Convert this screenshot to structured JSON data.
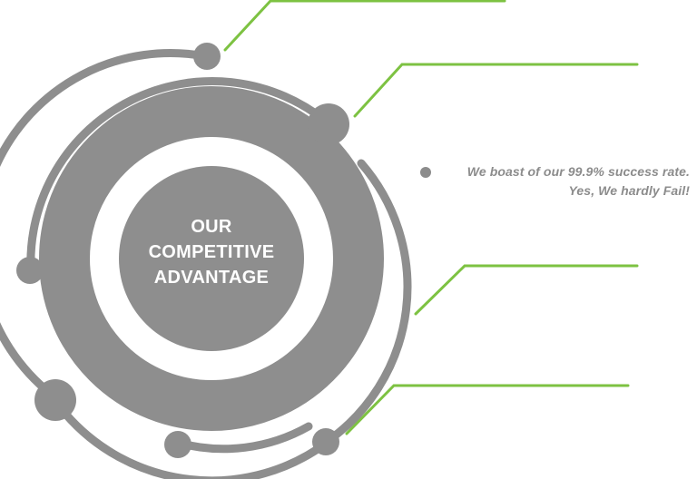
{
  "diagram": {
    "center_title": [
      "OUR",
      "COMPETITIVE",
      "ADVANTAGE"
    ],
    "callouts": [
      {
        "line1": "We boast of our 99.9% success rate.",
        "line2": "Yes, We hardly Fail!"
      }
    ],
    "colors": {
      "ring": "#8e8e8e",
      "accent_line": "#7dc242",
      "text": "#8c8c8c",
      "center_text": "#ffffff"
    },
    "icons": [
      "bullet-dot"
    ]
  }
}
